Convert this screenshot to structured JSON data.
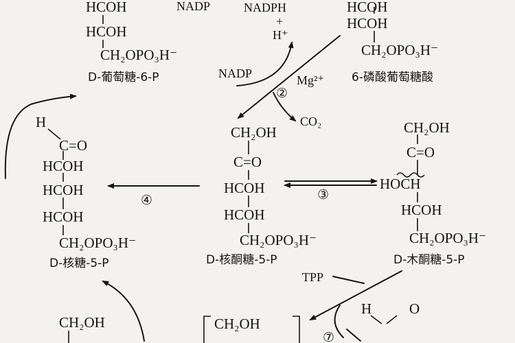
{
  "top_left": {
    "l1": "HCOH",
    "l2": "HCOH",
    "l3": "CH₂OPO₃H⁻",
    "label": "D-葡萄糖-6-P"
  },
  "top_mid": {
    "nadp_top": "NADP",
    "nadph": "NADPH",
    "plus": "+",
    "hplus": "H⁺",
    "nadp": "NADP",
    "mg": "Mg²⁺",
    "co2": "CO₂"
  },
  "top_right": {
    "l1": "HCOH",
    "l2": "HCOH",
    "l3": "CH₂OPO₃H⁻",
    "label": "6-磷酸葡萄糖酸"
  },
  "ribose": {
    "h": "H",
    "co": "C=O",
    "l1": "HCOH",
    "l2": "HCOH",
    "l3": "HCOH",
    "l4": "CH₂OPO₃H⁻",
    "label": "D-核糖-5-P"
  },
  "ribulose": {
    "l1": "CH₂OH",
    "l2": "C=O",
    "l3": "HCOH",
    "l4": "HCOH",
    "l5": "CH₂OPO₃H⁻",
    "label": "D-核酮糖-5-P"
  },
  "xylulose": {
    "l1": "CH₂OH",
    "l2": "C=O",
    "l3": "HOCH",
    "l4": "HCOH",
    "l5": "CH₂OPO₃H⁻",
    "label": "D-木酮糖-5-P"
  },
  "tpp": "TPP",
  "bottom_left": {
    "l1": "CH₂OH"
  },
  "bottom_mid": {
    "l1": "CH₂OH"
  },
  "bottom_right": {
    "h": "H",
    "o": "O"
  },
  "steps": {
    "s2": "②",
    "s3": "③",
    "s4": "④",
    "s7": "⑦"
  },
  "colors": {
    "ink": "#141414",
    "paper": "#f4f2ee"
  }
}
